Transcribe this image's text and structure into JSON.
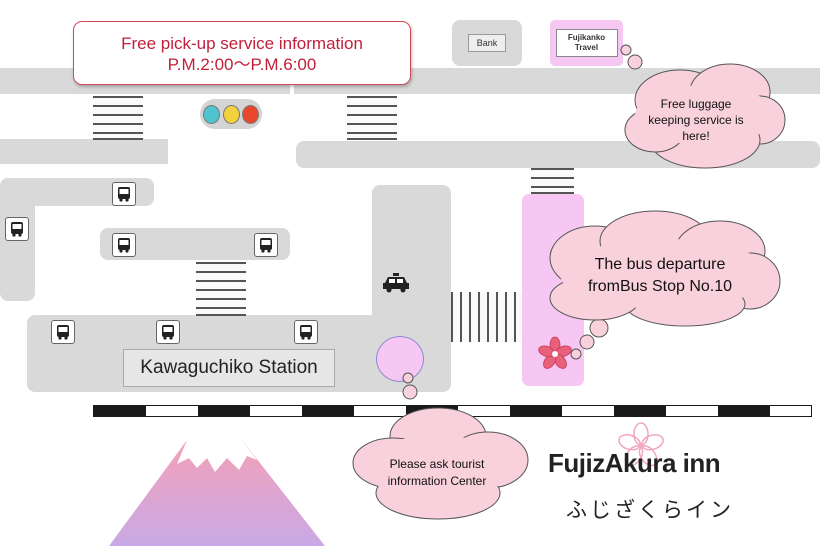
{
  "pickup_info": {
    "line1": "Free pick-up service information",
    "line2": "P.M.2:00～P.M.6:00"
  },
  "bank": {
    "label": "Bank"
  },
  "travel": {
    "label": "Fujikanko Travel"
  },
  "clouds": {
    "luggage": "Free luggage keeping service is here!",
    "bus_departure": "The bus departure fromBus Stop No.10",
    "tourist_info": "Please ask tourist information Center"
  },
  "station": {
    "label": "Kawaguchiko Station"
  },
  "logo": {
    "brand": "FujizAkura inn",
    "kana": "ふじざくらイン"
  },
  "icons": {
    "bus": "bus-icon",
    "taxi": "taxi-icon",
    "traffic_light": "traffic-light-icon",
    "sakura": "sakura-flower-icon",
    "mountain": "mount-fuji-icon"
  },
  "colors": {
    "accent_red": "#c0203a",
    "cloud_pink": "#f9d1dc",
    "bus_stop_pink": "#f6c7f2",
    "road_gray": "#d9d9d9"
  }
}
